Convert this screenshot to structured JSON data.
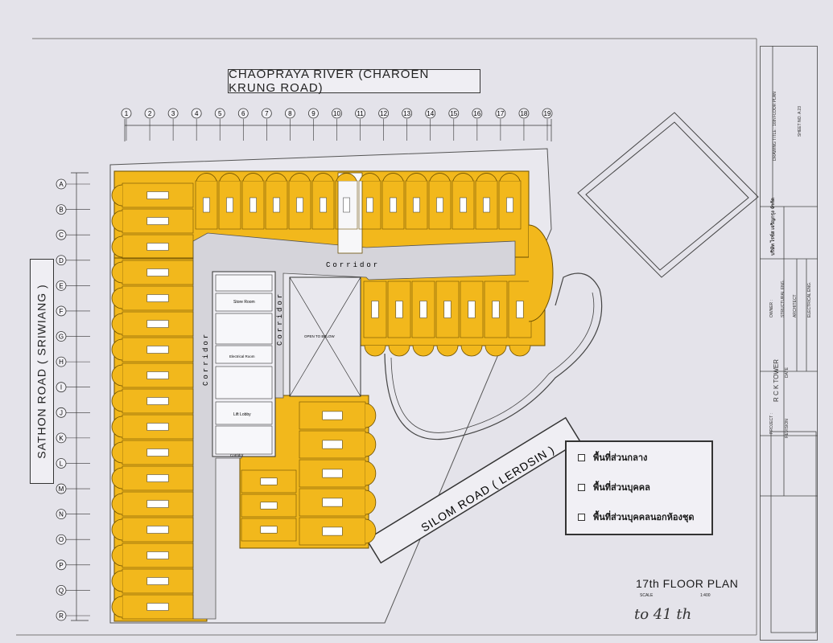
{
  "streets": {
    "north": "CHAOPRAYA RIVER (CHAROEN KRUNG ROAD)",
    "west": "SATHON ROAD ( SRIWIANG )",
    "southeast": "SILOM ROAD ( LERDSIN )"
  },
  "grid": {
    "columns": [
      "1",
      "2",
      "3",
      "4",
      "5",
      "6",
      "7",
      "8",
      "9",
      "10",
      "11",
      "12",
      "13",
      "14",
      "15",
      "16",
      "17",
      "18",
      "19"
    ],
    "rows": [
      "A",
      "B",
      "C",
      "D",
      "E",
      "F",
      "G",
      "H",
      "I",
      "J",
      "K",
      "L",
      "M",
      "N",
      "O",
      "P",
      "Q",
      "R"
    ]
  },
  "spaces": {
    "corridor_top": "Corridor",
    "corridor_left": "Corridor",
    "corridor_center": "Corridor",
    "corridor_small": "Corridor",
    "store_room": "Store Room",
    "electrical_room": "Electrical Room",
    "lift_lobby": "Lift Lobby",
    "open_below": "OPEN TO BELOW"
  },
  "legend": {
    "items": [
      "พื้นที่ส่วนกลาง",
      "พื้นที่ส่วนบุคคล",
      "พื้นที่ส่วนบุคคลนอกห้องชุด"
    ]
  },
  "plan": {
    "title": "17th FLOOR PLAN",
    "scale_label": "SCALE",
    "scale_value": "1:400",
    "handwritten_note": "to 41 th"
  },
  "title_block": {
    "drawing_title": "DRAWING TITLE : 16th FLOOR PLAN",
    "sheet": "SHEET NO. A 23",
    "company": "บริษัท ไรซ์ส เจริญกรุง จำกัด",
    "project": "PROJECT :",
    "project_name": "R C K TOWER",
    "owner": "OWNER :",
    "structural": "STRUCTURAL ENG.",
    "architect": "ARCHITECT",
    "electrical": "ELECTRICAL ENG.",
    "date": "DATE",
    "revision": "REVISION"
  },
  "colors": {
    "unit_fill": "#f2b81c",
    "background": "#e4e3ea",
    "line": "#333333"
  }
}
